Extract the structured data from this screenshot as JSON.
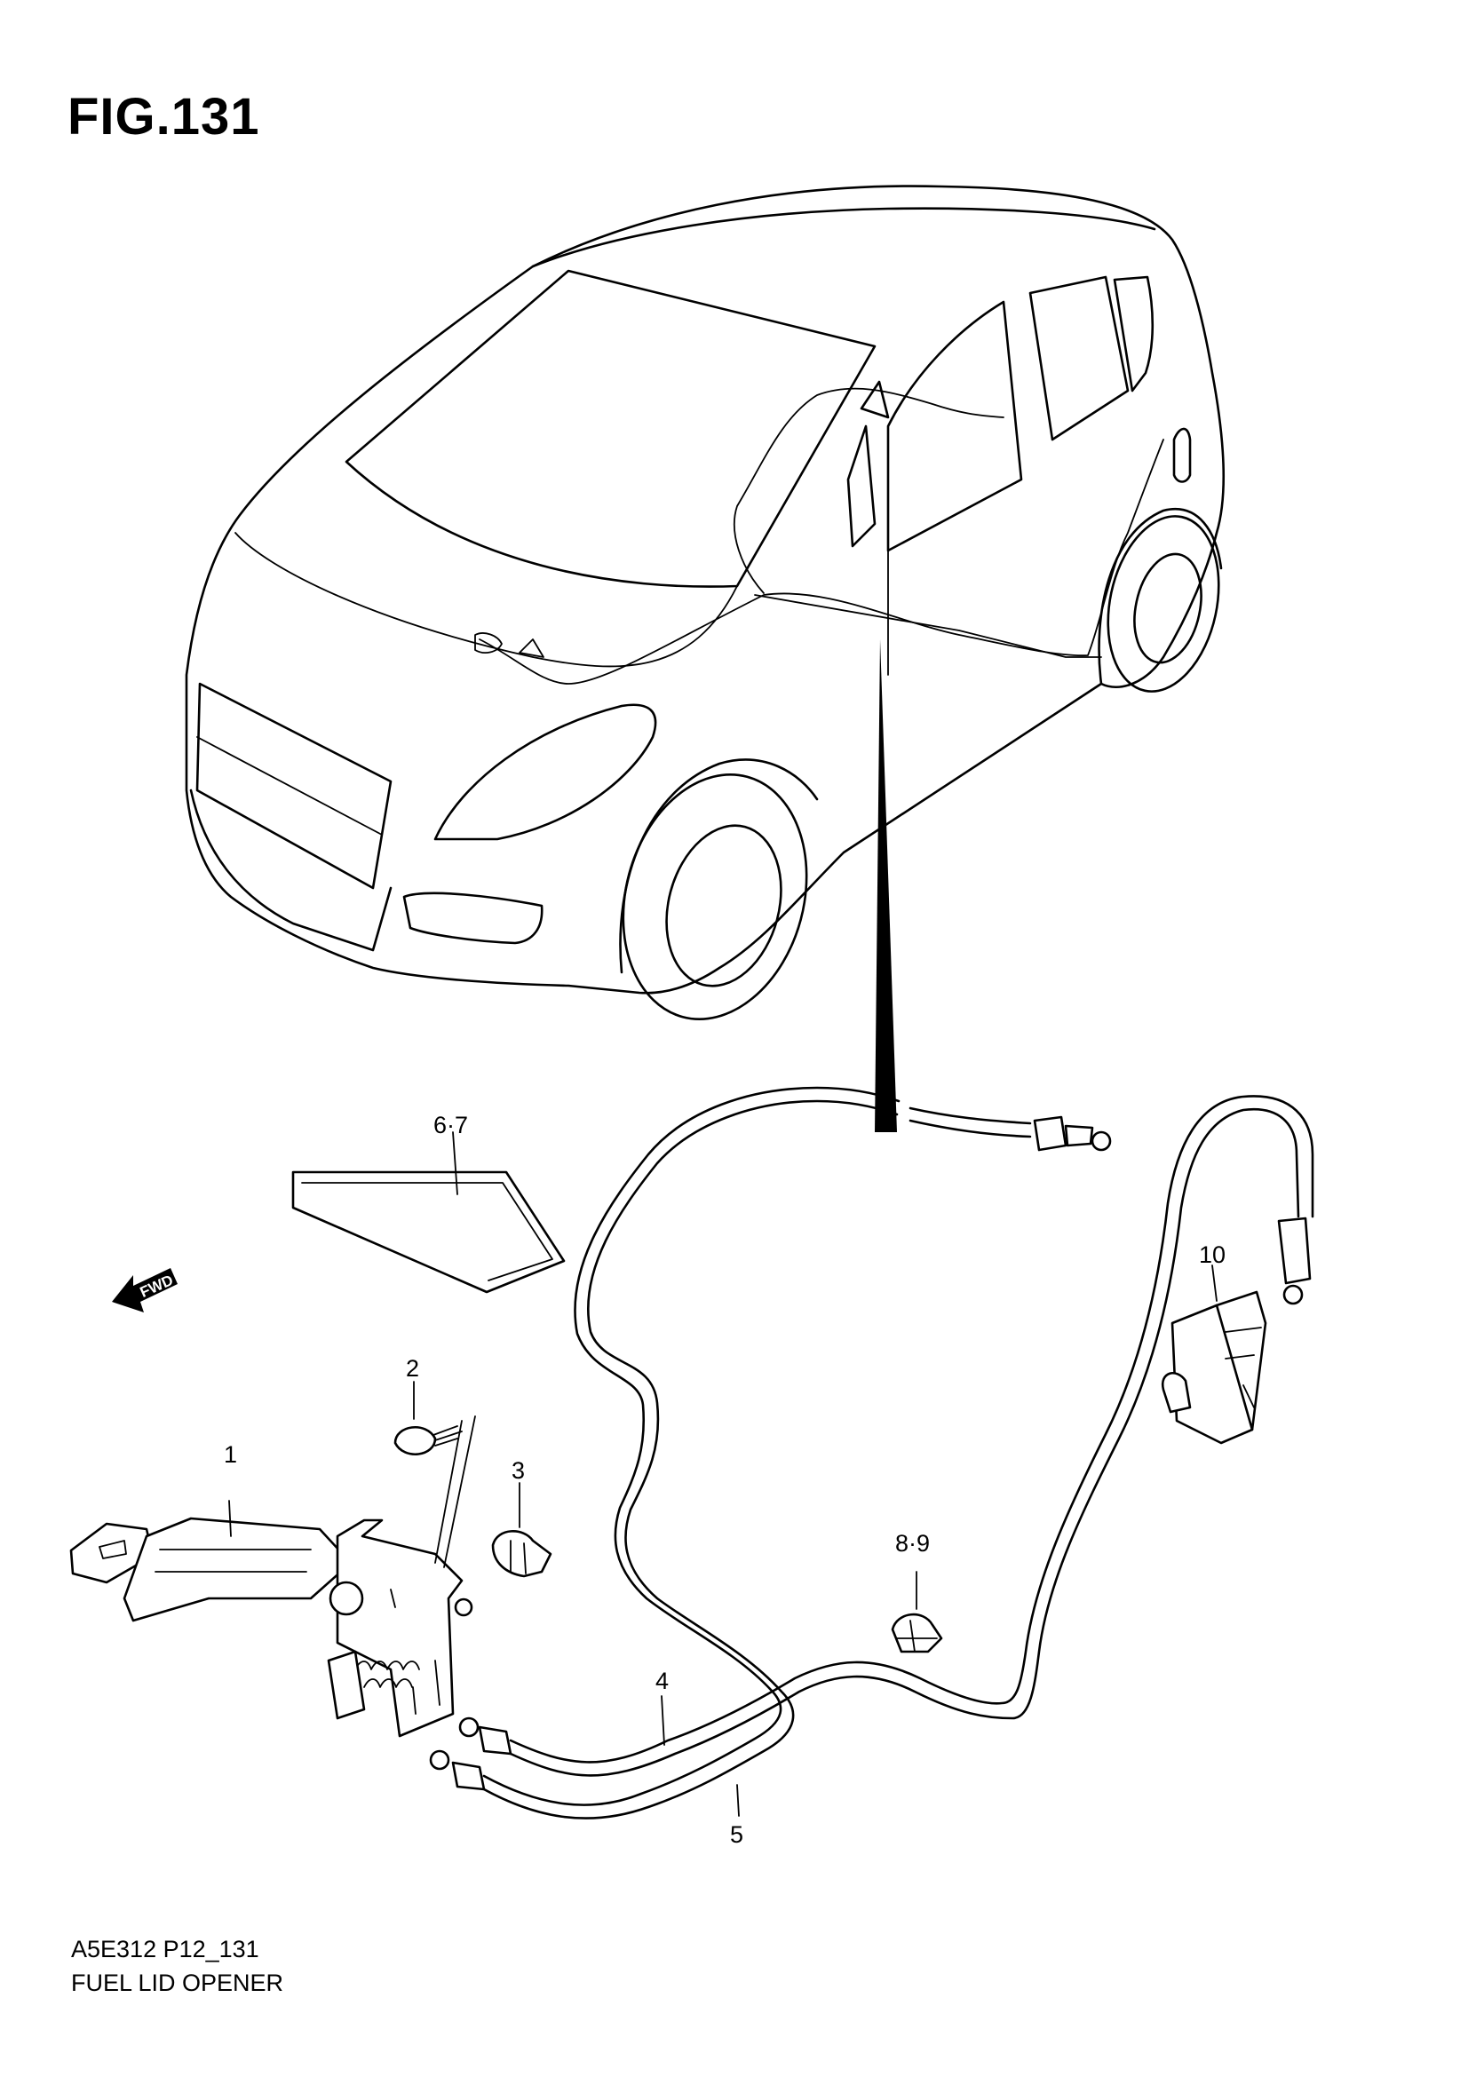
{
  "figure": {
    "title": "FIG.131",
    "code": "A5E312 P12_131",
    "name": "FUEL LID OPENER",
    "direction_marker": "FWD"
  },
  "callouts": {
    "c1": "1",
    "c2": "2",
    "c3": "3",
    "c4": "4",
    "c5": "5",
    "c67": "6·7",
    "c89": "8·9",
    "c10": "10"
  }
}
